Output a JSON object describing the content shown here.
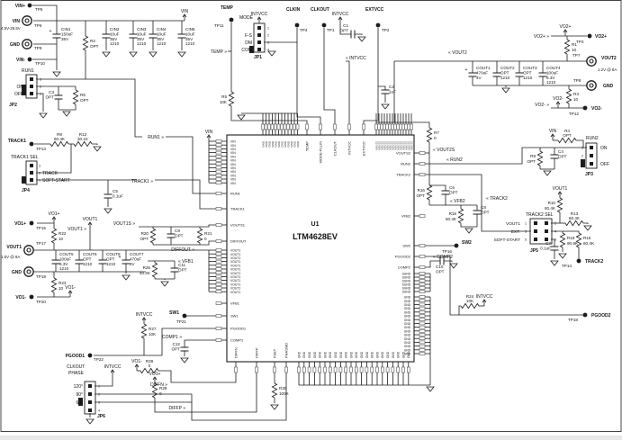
{
  "chip": {
    "ref": "U1",
    "part": "LTM4628EV",
    "pins": {
      "left": [
        {
          "name": "VIN",
          "count": 12
        },
        {
          "name": "RUN1"
        },
        {
          "name": "TRACK1"
        },
        {
          "name": "VOUTS1"
        },
        {
          "name": "DIFFOUT"
        },
        {
          "name": "VOUT1",
          "count": 12
        },
        {
          "name": "VFB1"
        },
        {
          "name": "SW1"
        },
        {
          "name": "PGOOD1"
        },
        {
          "name": "COMP1"
        }
      ],
      "top": [
        {
          "name": "GND",
          "count": 12
        },
        {
          "name": "TEMP"
        },
        {
          "name": "MODE-PLLIN"
        },
        {
          "name": "CLKOUT"
        },
        {
          "name": "INTVCC"
        },
        {
          "name": "EXTVCC"
        },
        {
          "name": "VOUT2",
          "count": 14
        }
      ],
      "right": [
        {
          "name": "VOUTS2"
        },
        {
          "name": "RUN2"
        },
        {
          "name": "TRACK2"
        },
        {
          "name": "VFB2"
        },
        {
          "name": "SW2"
        },
        {
          "name": "PGOOD2"
        },
        {
          "name": "COMP2"
        },
        {
          "name": "SGND",
          "count": 6
        },
        {
          "name": "GND",
          "count": 16
        }
      ],
      "bottom": [
        {
          "name": "DIFFN"
        },
        {
          "name": "DIFFP"
        },
        {
          "name": "FSET"
        },
        {
          "name": "PHASMD"
        },
        {
          "name": "GND",
          "count": 22
        }
      ]
    }
  },
  "resistors": [
    {
      "ref": "R2",
      "value": "OPT"
    },
    {
      "ref": "R6",
      "value": "OPT"
    },
    {
      "ref": "R9",
      "value": "60.4K"
    },
    {
      "ref": "R12",
      "value": "30.1K"
    },
    {
      "ref": "R5",
      "value": "10K"
    },
    {
      "ref": "R22",
      "value": "10"
    },
    {
      "ref": "R23",
      "value": "10"
    },
    {
      "ref": "R20",
      "value": "OPT"
    },
    {
      "ref": "R21",
      "value": "0"
    },
    {
      "ref": "R25",
      "value": "40.2K"
    },
    {
      "ref": "R27",
      "value": "10K"
    },
    {
      "ref": "R29",
      "value": "0"
    },
    {
      "ref": "R28",
      "value": "0"
    },
    {
      "ref": "R30",
      "value": "100K"
    },
    {
      "ref": "R7",
      "value": "0"
    },
    {
      "ref": "R16",
      "value": "OPT"
    },
    {
      "ref": "R19",
      "value": "60.4K"
    },
    {
      "ref": "R4",
      "value": "OPT"
    },
    {
      "ref": "R8",
      "value": "OPT"
    },
    {
      "ref": "R10",
      "value": "60.4K"
    },
    {
      "ref": "R13",
      "value": "60.4K"
    },
    {
      "ref": "R18",
      "value": "90.9K"
    },
    {
      "ref": "R15",
      "value": "60.4K"
    },
    {
      "ref": "R24",
      "value": "10K"
    },
    {
      "ref": "R1",
      "value": "10"
    },
    {
      "ref": "R3",
      "value": "10"
    }
  ],
  "capacitors": [
    {
      "ref": "CIN1",
      "lines": [
        "150uF",
        "35V"
      ],
      "pol": true
    },
    {
      "ref": "CIN2",
      "lines": [
        "10uF",
        "35V",
        "1210"
      ]
    },
    {
      "ref": "CIN3",
      "lines": [
        "10uF",
        "35V",
        "1210"
      ]
    },
    {
      "ref": "CIN4",
      "lines": [
        "10uF",
        "35V",
        "1210"
      ]
    },
    {
      "ref": "CIN5",
      "lines": [
        "10uF",
        "35V",
        "1210"
      ]
    },
    {
      "ref": "C3",
      "lines": [
        "OPT"
      ]
    },
    {
      "ref": "C5",
      "lines": [
        "0.1uF"
      ]
    },
    {
      "ref": "C9",
      "lines": [
        "OPT"
      ]
    },
    {
      "ref": "C11",
      "lines": [
        "OPT"
      ]
    },
    {
      "ref": "C12",
      "lines": [
        "OPT"
      ]
    },
    {
      "ref": "C1",
      "lines": [
        "OPT"
      ]
    },
    {
      "ref": "C2",
      "lines": [
        "1uF"
      ]
    },
    {
      "ref": "C4",
      "lines": [
        "OPT"
      ]
    },
    {
      "ref": "C6",
      "lines": [
        "OPT"
      ]
    },
    {
      "ref": "C8",
      "lines": [
        "OPT"
      ]
    },
    {
      "ref": "C7",
      "lines": [
        "0.1uF"
      ]
    },
    {
      "ref": "C10",
      "lines": [
        "OPT"
      ]
    },
    {
      "ref": "COUT1",
      "lines": [
        "470uF",
        "4V"
      ],
      "pol": true
    },
    {
      "ref": "COUT2",
      "lines": [
        "OPT",
        "1210"
      ]
    },
    {
      "ref": "COUT3",
      "lines": [
        "OPT",
        "1210"
      ]
    },
    {
      "ref": "COUT4",
      "lines": [
        "100uF",
        "6.3V",
        "1210"
      ]
    },
    {
      "ref": "COUT5",
      "lines": [
        "100uF",
        "6.3V",
        "1210"
      ]
    },
    {
      "ref": "COUT6",
      "lines": [
        "OPT",
        "1210"
      ]
    },
    {
      "ref": "COUT8",
      "lines": [
        "OPT",
        "1210"
      ]
    },
    {
      "ref": "COUT7",
      "lines": [
        "470uF",
        "4V"
      ],
      "pol": true
    }
  ],
  "testpoints": [
    {
      "id": "tp5",
      "name": "VIN+",
      "tp": "TP5"
    },
    {
      "id": "tp6",
      "name": "VIN",
      "tp": "TP6",
      "sub": "4.5V-26.5V"
    },
    {
      "id": "tp9",
      "name": "GND",
      "tp": "TP9"
    },
    {
      "id": "tp10",
      "name": "VIN-",
      "tp": "TP10"
    },
    {
      "id": "tp13",
      "name": "TRACK1",
      "tp": "TP13"
    },
    {
      "id": "tp15",
      "name": "VO1+",
      "tp": "TP15"
    },
    {
      "id": "tp17",
      "name": "VOUT1",
      "tp": "TP17",
      "sub": "1.5V @ 8A"
    },
    {
      "id": "tp19",
      "name": "GND",
      "tp": "TP19"
    },
    {
      "id": "tp20",
      "name": "VO1-",
      "tp": "TP20"
    },
    {
      "id": "tp22",
      "name": "PGOOD1",
      "tp": "TP22"
    },
    {
      "id": "tp21",
      "name": "SW1",
      "tp": "TP21"
    },
    {
      "id": "tp11",
      "name": "TEMP",
      "tp": "TP11"
    },
    {
      "id": "tp4",
      "name": "CLKIN",
      "tp": "TP4"
    },
    {
      "id": "tp1",
      "name": "CLKOUT",
      "tp": "TP1"
    },
    {
      "id": "tp2",
      "name": "EXTVCC",
      "tp": "TP2"
    },
    {
      "id": "tp3",
      "name": "VO2+",
      "tp": "TP3"
    },
    {
      "id": "tp7",
      "name": "VOUT2",
      "tp": "TP7",
      "sub": "1.2V @ 8A"
    },
    {
      "id": "tp8",
      "name": "GND",
      "tp": "TP8"
    },
    {
      "id": "tp12",
      "name": "VO2-",
      "tp": "TP12"
    },
    {
      "id": "tp14",
      "name": "TRACK2",
      "tp": "TP14"
    },
    {
      "id": "tp16",
      "name": "SW2",
      "tp": "TP16"
    },
    {
      "id": "tp18",
      "name": "PGOOD2",
      "tp": "TP18"
    }
  ],
  "jumpers": [
    {
      "ref": "JP2",
      "title": "RUN1",
      "rows": [
        {
          "num": "3",
          "label": ""
        },
        {
          "num": "2",
          "label": "ON"
        },
        {
          "num": "1",
          "label": "OFF"
        }
      ]
    },
    {
      "ref": "JP4",
      "title": "TRACK1 SEL",
      "rows": [
        {
          "num": "3",
          "label": ""
        },
        {
          "num": "2",
          "label": "TRACK"
        },
        {
          "num": "1",
          "label": "SOFT-START"
        }
      ]
    },
    {
      "ref": "JP1",
      "title": "MODE",
      "rows": [
        {
          "num": "1",
          "label": ""
        },
        {
          "num": "2",
          "label": "F-S"
        },
        {
          "num": "3",
          "label": "DM"
        },
        {
          "num": "4",
          "label": "COM"
        }
      ]
    },
    {
      "ref": "JP3",
      "title": "RUN2",
      "rows": [
        {
          "num": "3",
          "label": "ON"
        },
        {
          "num": "2",
          "label": ""
        },
        {
          "num": "1",
          "label": "OFF"
        }
      ]
    },
    {
      "ref": "JP6",
      "title": "CLKOUT PHASE",
      "rows": [
        {
          "num": "1",
          "label": "120°"
        },
        {
          "num": "2",
          "label": "90°"
        },
        {
          "num": "3",
          "label": "60°"
        },
        {
          "num": "4",
          "label": ""
        }
      ]
    },
    {
      "ref": "JP5",
      "title": "TRACK2 SEL",
      "two": true,
      "rows": [
        {
          "lnum": "1",
          "rnum": "2",
          "label": "VOUT1"
        },
        {
          "lnum": "3",
          "rnum": "4",
          "label": "EXT."
        },
        {
          "lnum": "5",
          "rnum": "6",
          "label": "SOFT-START"
        }
      ]
    }
  ],
  "net_arrows": [
    {
      "id": "a1",
      "name": "VIN"
    },
    {
      "id": "a2",
      "name": "VIN"
    },
    {
      "id": "a3",
      "name": "INTVCC"
    },
    {
      "id": "a4",
      "name": "INTVCC"
    },
    {
      "id": "a5",
      "name": "INTVCC"
    },
    {
      "id": "a6",
      "name": "INTVCC"
    },
    {
      "id": "a7",
      "name": "INTVCC"
    },
    {
      "id": "a8",
      "name": "VO1+"
    },
    {
      "id": "a9",
      "name": "VOUT1"
    },
    {
      "id": "a10",
      "name": "VO1-"
    },
    {
      "id": "a11",
      "name": "VO1-"
    },
    {
      "id": "a12",
      "name": "VO1+"
    },
    {
      "id": "a13",
      "name": "VO2+"
    },
    {
      "id": "a14",
      "name": "VO2-"
    },
    {
      "id": "a15",
      "name": "VIN"
    },
    {
      "id": "a16",
      "name": "VOUT1"
    }
  ],
  "net_labels": [
    {
      "id": "n1",
      "name": "TEMP",
      "dir": "R"
    },
    {
      "id": "n2",
      "name": "RUN1",
      "dir": "R"
    },
    {
      "id": "n3",
      "name": "TRACK1",
      "dir": "R"
    },
    {
      "id": "n4",
      "name": "VOUT1",
      "dir": "R"
    },
    {
      "id": "n5",
      "name": "VOUT1S",
      "dir": "R"
    },
    {
      "id": "n6",
      "name": "DIFFOUT",
      "dir": "R"
    },
    {
      "id": "n7",
      "name": "VFB1",
      "dir": "L"
    },
    {
      "id": "n8",
      "name": "COMP1",
      "dir": "R"
    },
    {
      "id": "n9",
      "name": "INTVCC",
      "dir": "L"
    },
    {
      "id": "n10",
      "name": "VOUT2",
      "dir": "L"
    },
    {
      "id": "n11",
      "name": "VOUT2S",
      "dir": "L"
    },
    {
      "id": "n12",
      "name": "RUN2",
      "dir": "L"
    },
    {
      "id": "n13",
      "name": "VFB2",
      "dir": "L"
    },
    {
      "id": "n14",
      "name": "TRACK2",
      "dir": "L"
    },
    {
      "id": "n15",
      "name": "COMP2",
      "dir": "L"
    },
    {
      "id": "n16",
      "name": "DIFFN",
      "dir": "R"
    },
    {
      "id": "n17",
      "name": "DIFFP",
      "dir": "R"
    },
    {
      "id": "n18",
      "name": "VO2+",
      "dir": "R"
    },
    {
      "id": "n19",
      "name": "VO2-",
      "dir": "R"
    }
  ],
  "colors": {
    "wire": "#1c1c1c",
    "text": "#111111",
    "background": "#ffffff"
  }
}
